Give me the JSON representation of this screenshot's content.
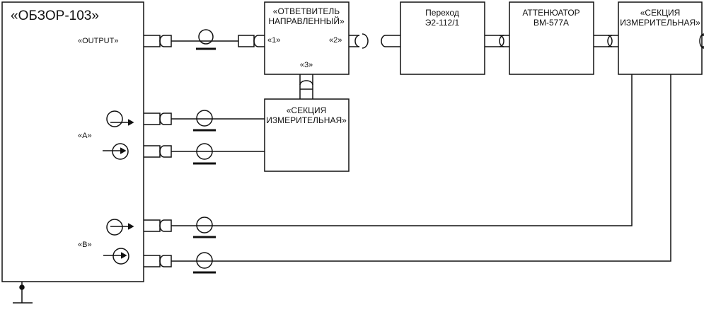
{
  "colors": {
    "stroke": "#111111",
    "background": "#ffffff"
  },
  "analyzer": {
    "title": "«ОБЗОР-103»",
    "output_label": "«OUTPUT»",
    "port_a_label": "«A»",
    "port_b_label": "«B»"
  },
  "coupler": {
    "title_line1": "«ОТВЕТВИТЕЛЬ",
    "title_line2": "НАПРАВЛЕННЫЙ»",
    "port1": "«1»",
    "port2": "«2»",
    "port3": "«3»"
  },
  "section_middle": {
    "line1": "«СЕКЦИЯ",
    "line2": "ИЗМЕРИТЕЛЬНАЯ»"
  },
  "adapter": {
    "line1": "Переход",
    "line2": "Э2-112/1"
  },
  "attenuator": {
    "line1": "АТТЕНЮАТОР",
    "line2": "ВМ-577А"
  },
  "section_right": {
    "line1": "«СЕКЦИЯ",
    "line2": "ИЗМЕРИТЕЛЬНАЯ»"
  },
  "icons": [
    "connector-icon",
    "cable-icon",
    "wave-output-icon",
    "wave-input-icon",
    "ground-icon"
  ]
}
